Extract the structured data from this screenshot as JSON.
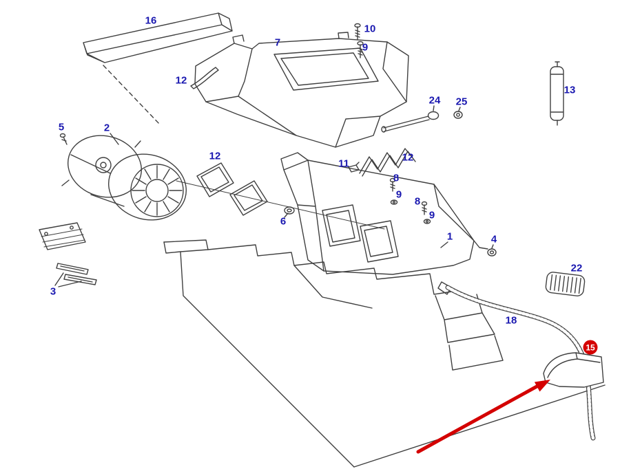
{
  "diagram": {
    "type": "exploded-parts-diagram",
    "subject": "heater / blower assembly exploded view",
    "colors": {
      "label_blue": "#1a18b0",
      "line_gray": "#3f3f3f",
      "highlight_red": "#d40000",
      "badge_text": "#ffffff",
      "background": "#ffffff"
    },
    "labels": {
      "l16": "16",
      "l10": "10",
      "l9a": "9",
      "l7": "7",
      "l12a": "12",
      "l13": "13",
      "l24": "24",
      "l25": "25",
      "l5": "5",
      "l2": "2",
      "l12b": "12",
      "l11": "11",
      "l12c": "12",
      "l8a": "8",
      "l9b": "9",
      "l8b": "8",
      "l9c": "9",
      "l6": "6",
      "l1": "1",
      "l4": "4",
      "l22": "22",
      "l3": "3",
      "l18": "18"
    },
    "badge": {
      "label": "15"
    }
  }
}
